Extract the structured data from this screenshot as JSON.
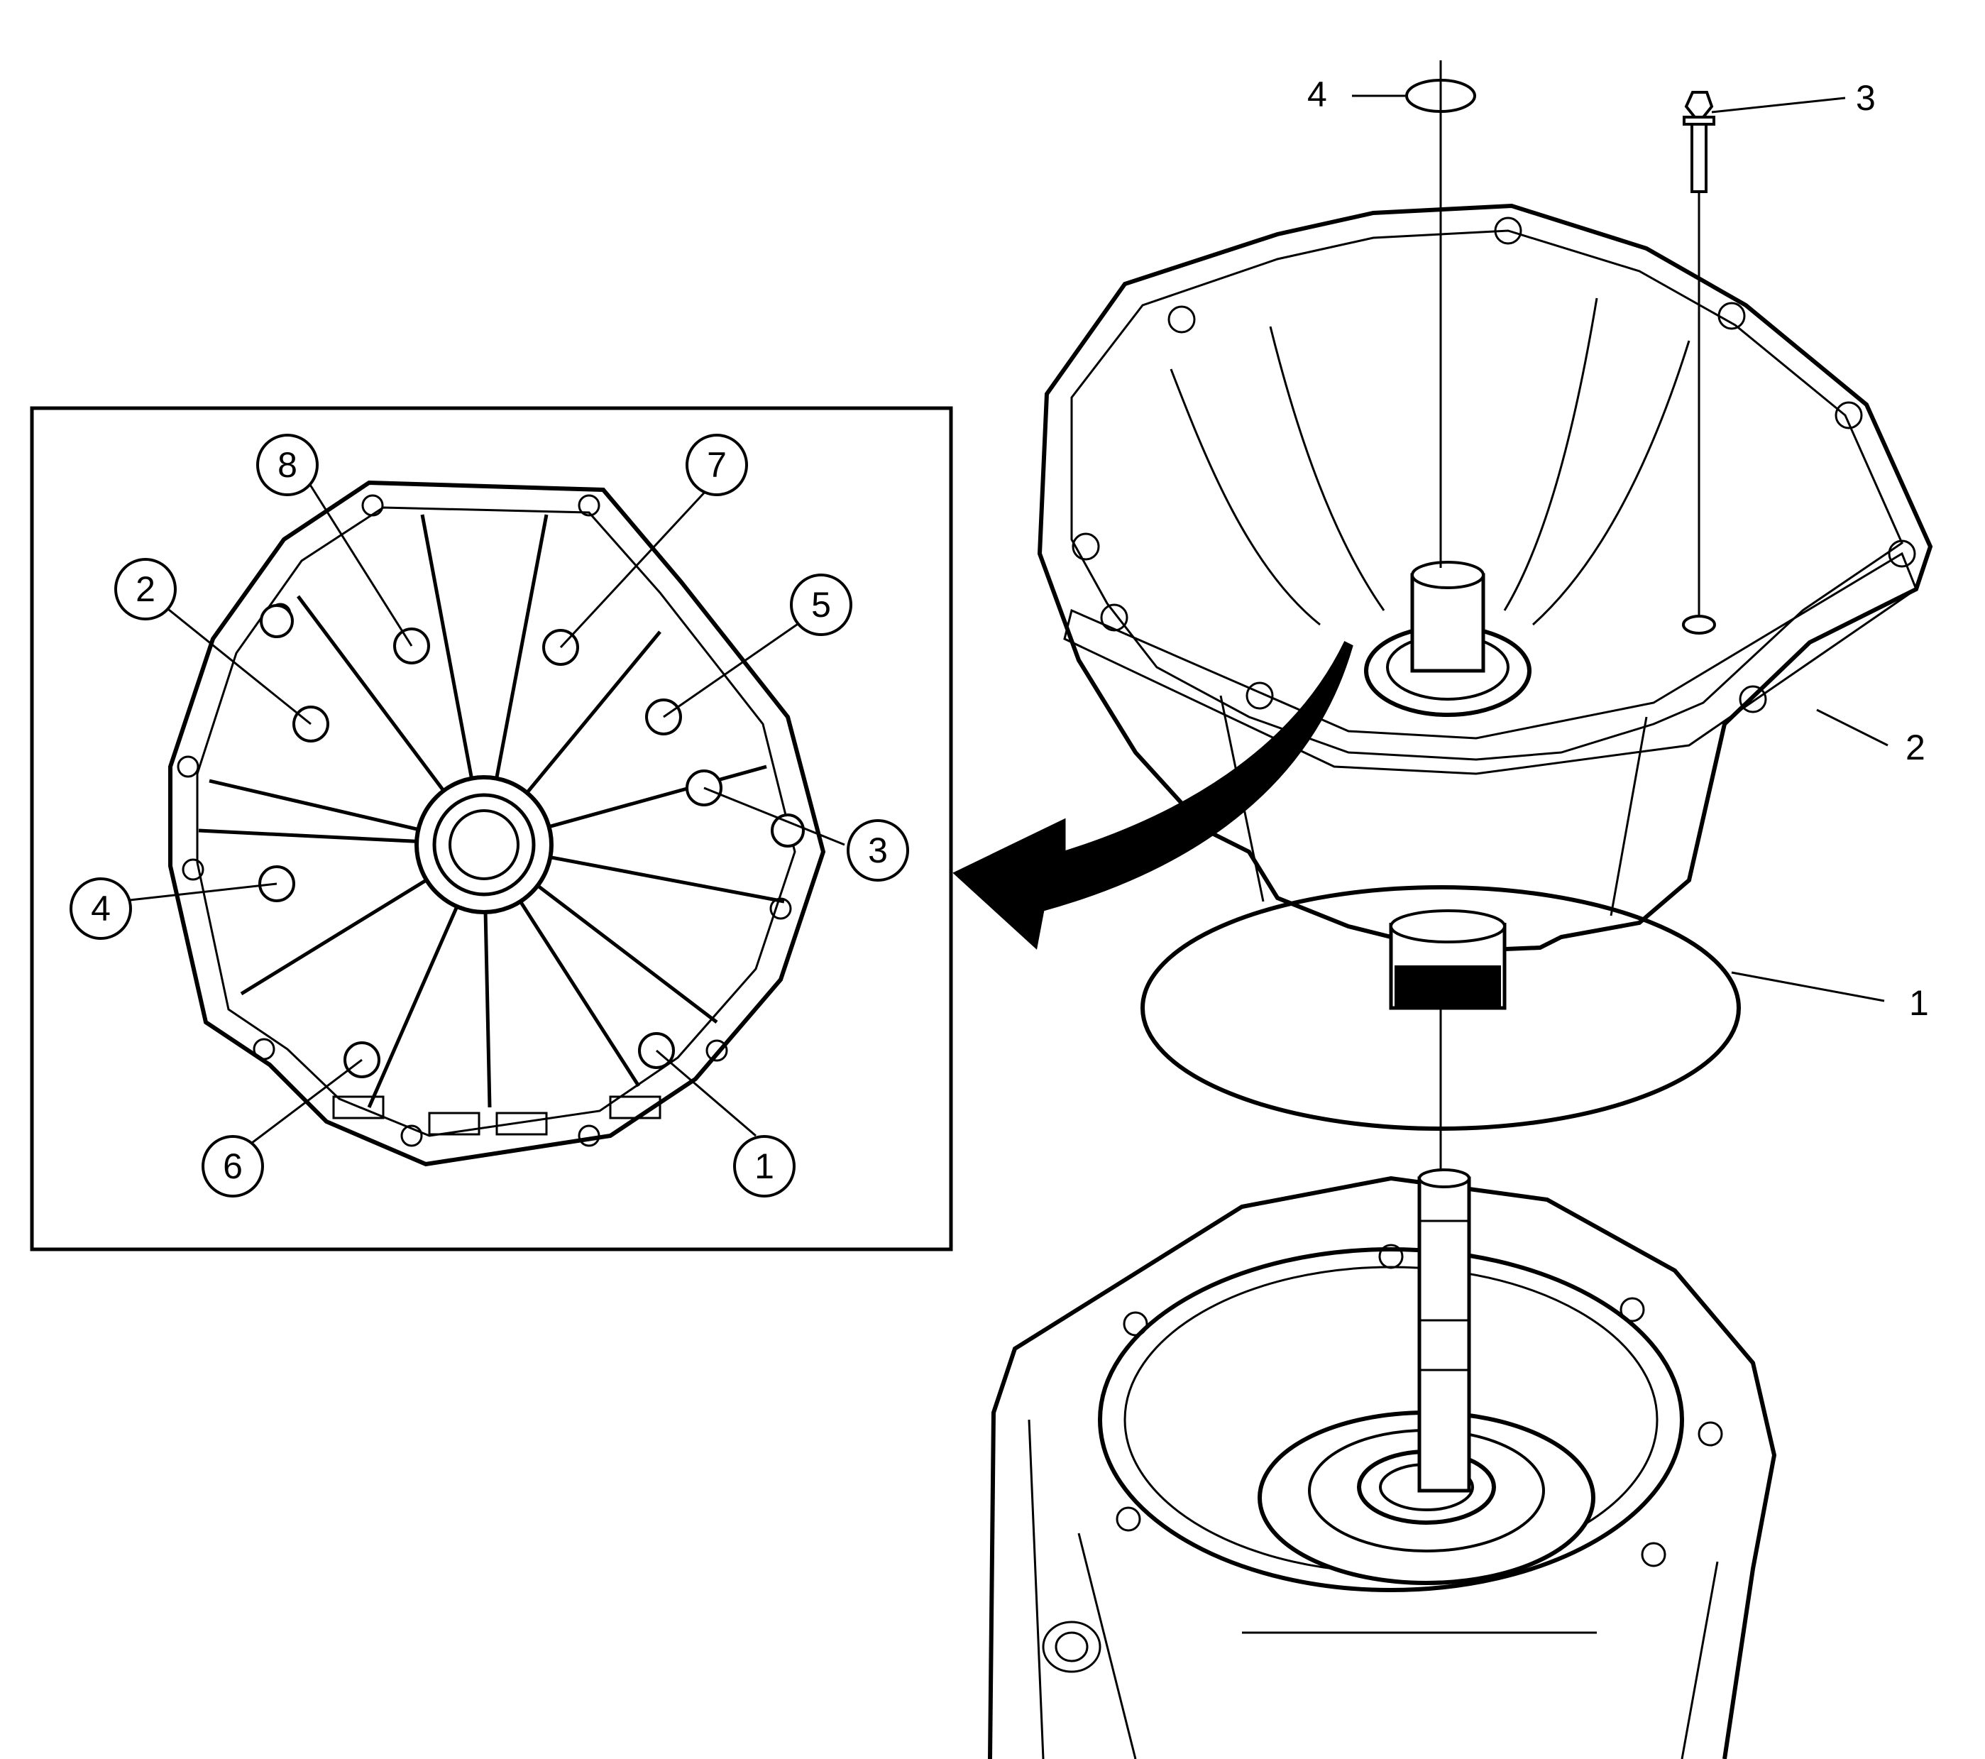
{
  "colors": {
    "line": "#000000",
    "background": "#ffffff"
  },
  "exploded_view": {
    "callouts": [
      {
        "id": "seal",
        "label": "4"
      },
      {
        "id": "bolt",
        "label": "3"
      },
      {
        "id": "housing",
        "label": "2"
      },
      {
        "id": "gasket",
        "label": "1"
      }
    ]
  },
  "inset": {
    "callouts": [
      {
        "id": "b8",
        "label": "8"
      },
      {
        "id": "b7",
        "label": "7"
      },
      {
        "id": "b2",
        "label": "2"
      },
      {
        "id": "b5",
        "label": "5"
      },
      {
        "id": "b3",
        "label": "3"
      },
      {
        "id": "b4",
        "label": "4"
      },
      {
        "id": "b6",
        "label": "6"
      },
      {
        "id": "b1",
        "label": "1"
      }
    ]
  }
}
